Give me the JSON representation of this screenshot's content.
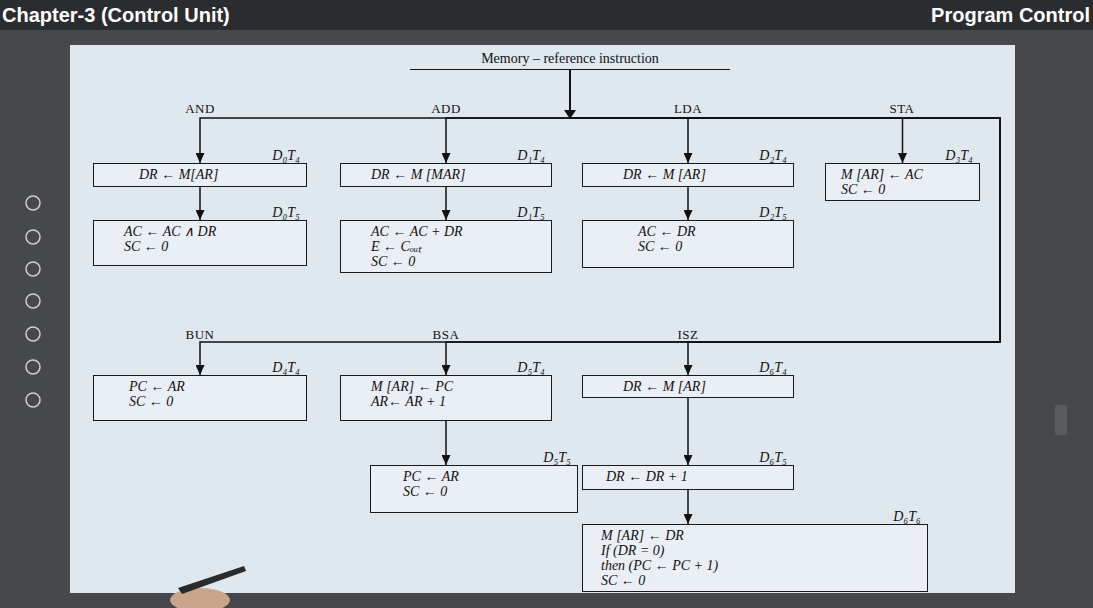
{
  "diagram": {
    "nodes": [
      {
        "text": [
          "Memory – reference instruction"
        ]
      },
      {
        "text": [
          "D₀T₄",
          "DR ← M[AR]"
        ]
      },
      {
        "text": [
          "D₀T₅",
          "AC ← AC ∧ DR",
          "SC ← 0"
        ]
      },
      {
        "text": [
          "D₁T₄",
          "DR ← M [MAR]"
        ]
      },
      {
        "text": [
          "D₁T₅",
          "AC ← AC + DR",
          "E ← Cₒᵤₜ",
          "SC ← 0"
        ]
      },
      {
        "text": [
          "D₂T₄",
          "DR ← M [AR]"
        ]
      },
      {
        "text": [
          "D₂T₅",
          "AC ← DR",
          "SC ← 0"
        ]
      },
      {
        "text": [
          "D₃T₄",
          "M [AR] ← AC",
          "SC ← 0"
        ]
      },
      {
        "text": [
          "D₄T₄",
          "PC ← AR",
          "SC ← 0"
        ]
      },
      {
        "text": [
          "D₅T₄",
          "M [AR] ← PC",
          "AR← AR + 1"
        ]
      },
      {
        "text": [
          "D₅T₅",
          "PC ← AR",
          "SC ← 0"
        ]
      },
      {
        "text": [
          "D₆T₄",
          "DR ← M [AR]"
        ]
      },
      {
        "text": [
          "D₆T₅",
          "DR ← DR + 1"
        ]
      },
      {
        "text": [
          "D₆T₆",
          "M [AR] ← DR",
          "If (DR = 0)",
          "then (PC ← PC + 1)",
          "SC ← 0"
        ]
      }
    ],
    "edges": [
      {
        "from": 0,
        "to": 1,
        "arrow": "to"
      },
      {
        "from": 0,
        "to": 3,
        "arrow": "to"
      },
      {
        "from": 0,
        "to": 5,
        "arrow": "to"
      },
      {
        "from": 0,
        "to": 7,
        "arrow": "to"
      },
      {
        "from": 0,
        "to": 8,
        "arrow": "to"
      },
      {
        "from": 0,
        "to": 9,
        "arrow": "to"
      },
      {
        "from": 0,
        "to": 11,
        "arrow": "to"
      },
      {
        "from": 1,
        "to": 2,
        "arrow": "to"
      },
      {
        "from": 3,
        "to": 4,
        "arrow": "to"
      },
      {
        "from": 5,
        "to": 6,
        "arrow": "to"
      },
      {
        "from": 9,
        "to": 10,
        "arrow": "to"
      },
      {
        "from": 11,
        "to": 12,
        "arrow": "to"
      },
      {
        "from": 12,
        "to": 13,
        "arrow": "to"
      }
    ],
    "labels": [
      "Chapter-3 (Control Unit)",
      "Program Control",
      "AND",
      "ADD",
      "LDA",
      "STA",
      "BUN",
      "BSA",
      "ISZ"
    ]
  }
}
